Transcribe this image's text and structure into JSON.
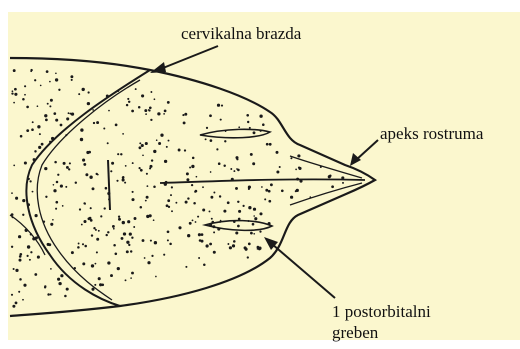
{
  "labels": {
    "cervical_groove": "cervikalna brazda",
    "rostrum_apex": "apeks rostruma",
    "postorbital_ridge_line1": "1 postorbitalni",
    "postorbital_ridge_line2": "greben"
  },
  "colors": {
    "background": "#fbf7ce",
    "ink": "#1a1a1a",
    "page": "#ffffff"
  }
}
